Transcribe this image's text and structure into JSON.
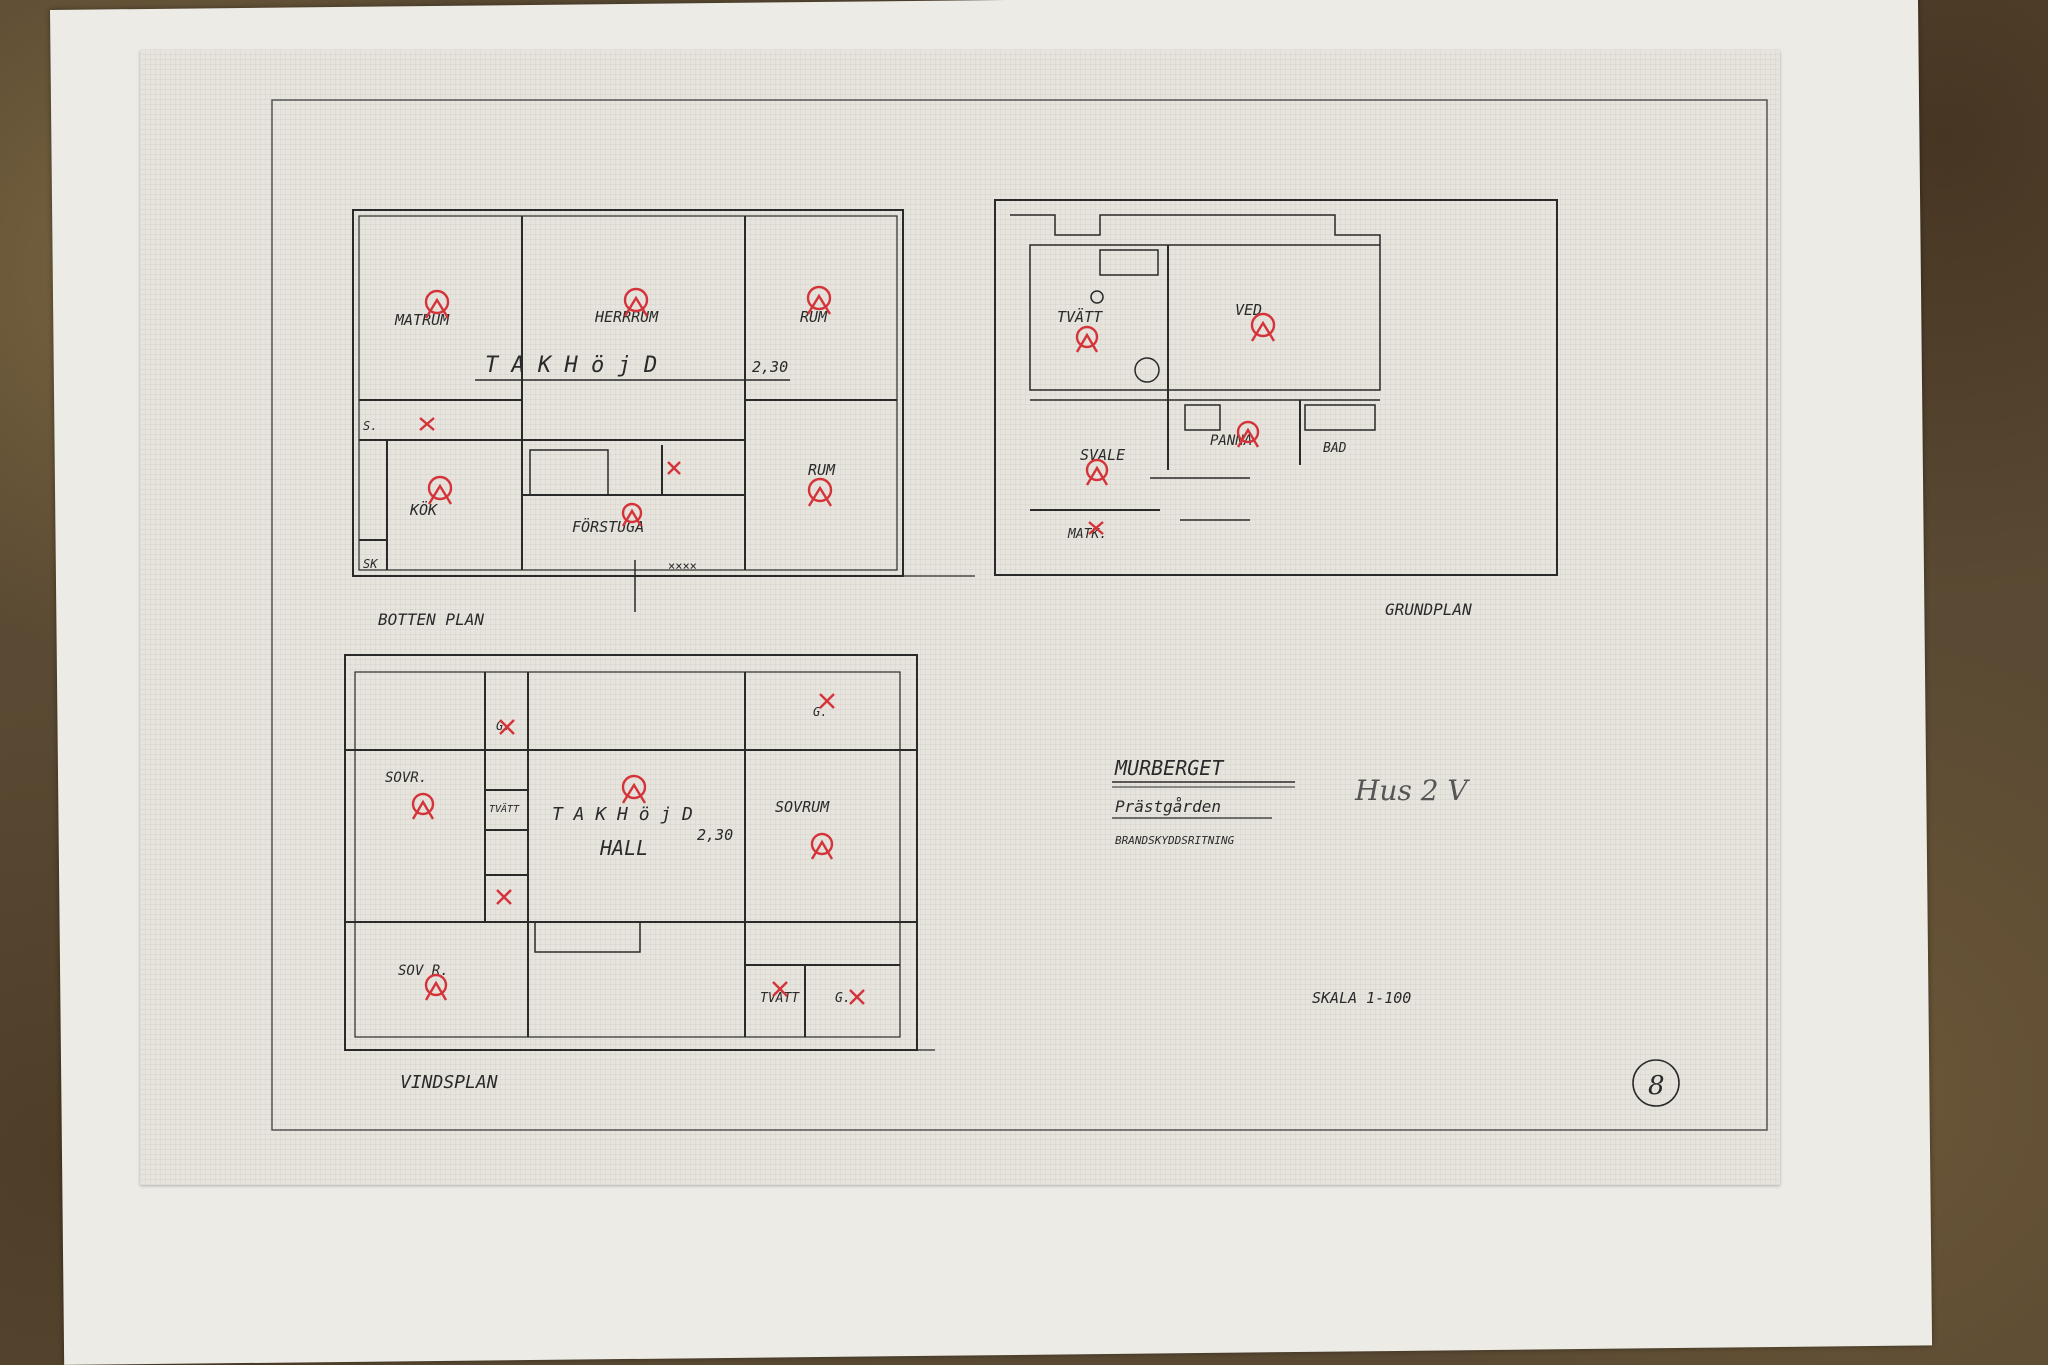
{
  "plans": {
    "bottom_plan": {
      "title": "BOTTEN PLAN",
      "rooms": [
        "MATRUM",
        "HERRRUM",
        "RUM",
        "RUM",
        "KÖK",
        "FÖRSTUGA",
        "S.",
        "SK"
      ],
      "ceiling_label": "T A K H ö j D",
      "ceiling_height": "2,30",
      "window_marks": "××××"
    },
    "ground_plan": {
      "title": "GRUNDPLAN",
      "rooms": [
        "TVÄTT",
        "VED",
        "SVALE",
        "PANNA",
        "BAD",
        "MATK."
      ]
    },
    "attic_plan": {
      "title": "VINDSPLAN",
      "rooms": [
        "SOVR.",
        "SOVRUM",
        "SOV R.",
        "HALL",
        "TVÄTT",
        "G.",
        "G.",
        "G.",
        "TVÄTT"
      ],
      "ceiling_label": "T A K H ö j D",
      "ceiling_height": "2,30"
    }
  },
  "titleblock": {
    "name": "MURBERGET",
    "subtitle": "Prästgården",
    "type": "BRANDSKYDDSRITNING",
    "handwritten": "Hus 2 V",
    "scale": "SKALA 1-100",
    "page_number": "8"
  },
  "colors": {
    "marker": "#d5333a",
    "ink": "#2a2a2a"
  }
}
